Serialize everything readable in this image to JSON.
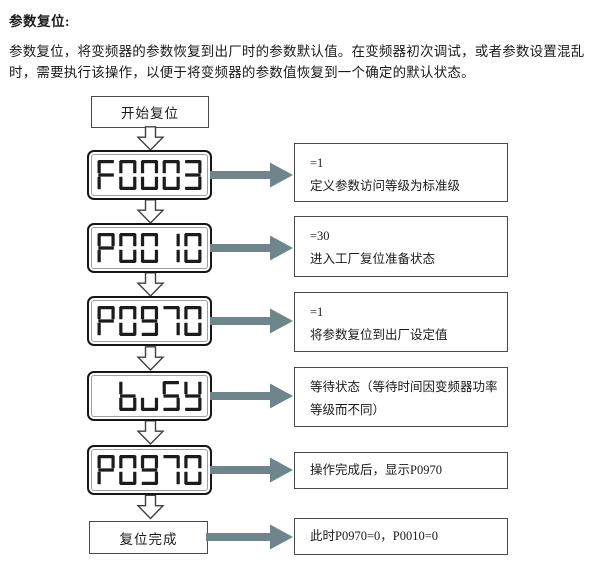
{
  "title": "参数复位:",
  "intro": {
    "line1": "参数复位，将变频器的参数恢复到出厂时的参数默认值。在变频器初次调试，或者参数设置混乱",
    "line2": "时，需要执行该操作，以便于将变频器的参数值恢复到一个确定的默认状态。"
  },
  "flow": {
    "start": "开始复位",
    "end": "复位完成",
    "displays": [
      {
        "value": "F0003"
      },
      {
        "value": "P0010"
      },
      {
        "value": "P0970"
      },
      {
        "value": "buSY"
      },
      {
        "value": "P0970"
      }
    ],
    "notes": [
      {
        "line1": "=1",
        "line2": "定义参数访问等级为标准级"
      },
      {
        "line1": "=30",
        "line2": "进入工厂复位准备状态"
      },
      {
        "line1": "=1",
        "line2": "将参数复位到出厂设定值"
      },
      {
        "line1": "等待状态（等待时间因变频器功率",
        "line2": "等级而不同）"
      },
      {
        "line1": "操作完成后，显示P0970"
      },
      {
        "line1": "此时P0970=0，P0010=0"
      }
    ],
    "colors": {
      "arrow_fill": "#6d858b",
      "segment": "#1c1c1c"
    }
  }
}
